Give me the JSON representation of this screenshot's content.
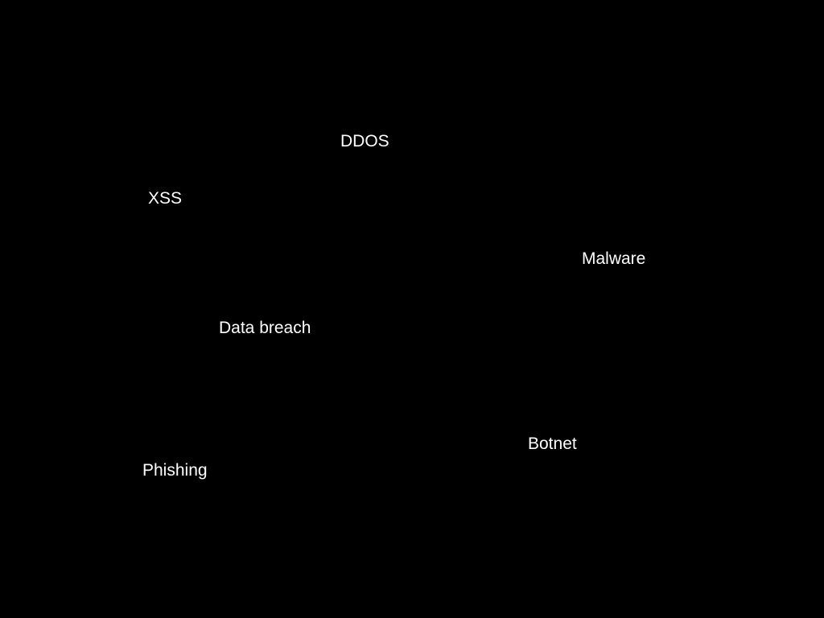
{
  "background_color": "#000000",
  "text_color": "#ffffff",
  "words": {
    "ddos": "DDOS",
    "xss": "XSS",
    "malware": "Malware",
    "data_breach": "Data breach",
    "botnet": "Botnet",
    "phishing": "Phishing"
  }
}
